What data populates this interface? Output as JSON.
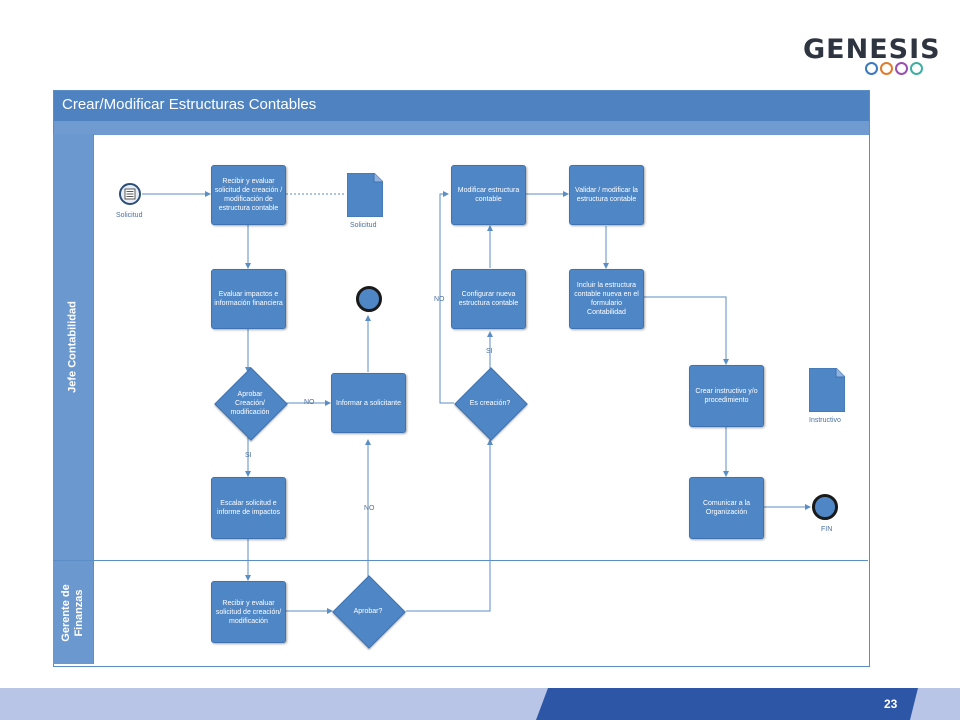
{
  "logo": {
    "text": "GENESIS",
    "ring_colors": [
      "#3a78c2",
      "#e07b2a",
      "#9a4fb1",
      "#3db0a2"
    ]
  },
  "pool": {
    "title": "Crear/Modificar Estructuras Contables"
  },
  "lanes": {
    "jefe": "Jefe Contabilidad",
    "gerente_line1": "Gerente de",
    "gerente_line2": "Finanzas"
  },
  "nodes": {
    "start_label": "Solicitud",
    "recibir_jefe": "Recibir y evaluar solicitud de creación / modificación de estructura contable",
    "doc_solicitud": "Solicitud",
    "evaluar": "Evaluar impactos e información financiera",
    "aprobar_dec": "Aprobar Creación/ modificación",
    "informar": "Informar a solicitante",
    "escalar": "Escalar solicitud e informe de impactos",
    "recibir_gerente": "Recibir y evaluar solicitud de creación/ modificación",
    "aprobar_gerente": "Aprobar?",
    "es_creacion": "Es creación?",
    "configurar": "Configurar nueva estructura contable",
    "modificar": "Modificar estructura contable",
    "validar": "Validar / modificar la estructura contable",
    "incluir": "Incluir la estructura contable nueva en el formulario Contabilidad",
    "crear_instructivo": "Crear instructivo y/o procedimiento",
    "doc_instructivo": "Instructivo",
    "comunicar": "Comunicar a la Organización",
    "fin_label": "FIN"
  },
  "edges": {
    "no1": "NO",
    "si1": "SI",
    "no2": "NO",
    "si2": "SI",
    "no3": "NO"
  },
  "footer": {
    "page": "23"
  },
  "colors": {
    "task": "#4f86c6",
    "pool_header": "#4e82c0",
    "line": "#5b8ec4"
  }
}
